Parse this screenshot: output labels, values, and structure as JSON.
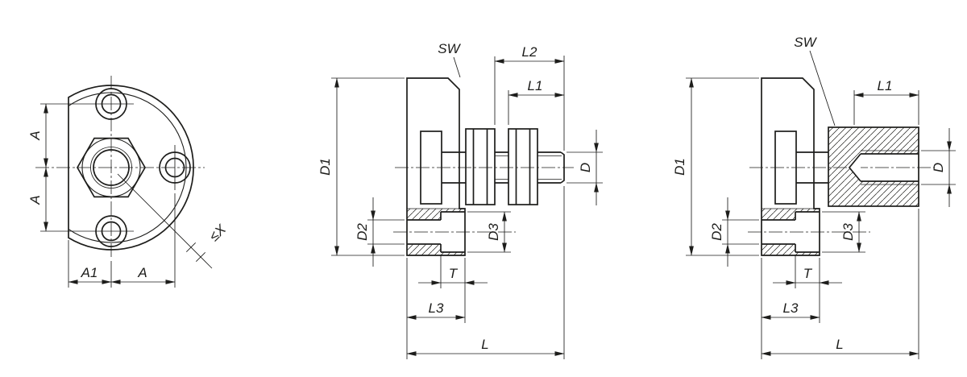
{
  "colors": {
    "line": "#1d1d1b",
    "background": "#ffffff"
  },
  "front_view": {
    "dim_a_upper": "A",
    "dim_a_lower": "A",
    "dim_a1": "A1",
    "dim_a_horiz": "A",
    "dim_x": "≤X"
  },
  "threaded_view": {
    "sw": "SW",
    "l2": "L2",
    "l1": "L1",
    "d1": "D1",
    "d2": "D2",
    "d3": "D3",
    "d": "D",
    "t": "T",
    "l3": "L3",
    "l": "L"
  },
  "tapped_view": {
    "sw": "SW",
    "l1": "L1",
    "d1": "D1",
    "d2": "D2",
    "d3": "D3",
    "d": "D",
    "t": "T",
    "l3": "L3",
    "l": "L"
  }
}
